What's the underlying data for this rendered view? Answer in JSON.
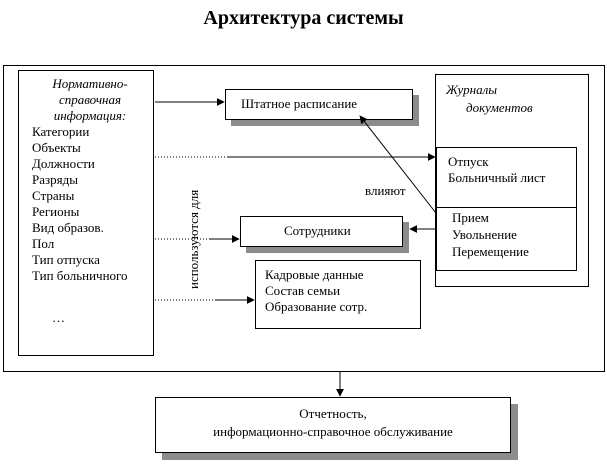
{
  "title": "Архитектура системы",
  "nsi": {
    "heading": [
      "Нормативно-",
      "справочная",
      "информация:"
    ],
    "items": [
      "Категории",
      "Объекты",
      "Должности",
      "Разряды",
      "Страны",
      "Регионы",
      "Вид образов.",
      "Пол",
      "Тип отпуска",
      "Тип больничного"
    ],
    "ellipsis": "…"
  },
  "staffing": "Штатное расписание",
  "journals": {
    "heading": [
      "Журналы",
      "документов"
    ],
    "group1": [
      "Отпуск",
      "Больничный лист"
    ],
    "group2": [
      "Прием",
      "Увольнение",
      "Перемещение"
    ]
  },
  "employees": "Сотрудники",
  "personnel": [
    "Кадровые данные",
    "Состав семьи",
    "Образование сотр."
  ],
  "used_for": "используются для",
  "influence": "влияют",
  "reporting": [
    "Отчетность,",
    "информационно-справочное обслуживание"
  ]
}
